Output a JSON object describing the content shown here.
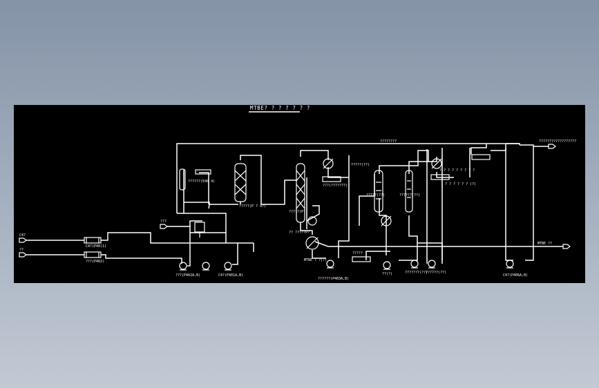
{
  "drawing": {
    "title": "MTBE? ? ? ? ? ? ?",
    "background": "#000000",
    "line_color": "#ffffff"
  },
  "labels": {
    "feed_c4": "C4?",
    "feed_methanol": "??",
    "heater1": "C4?(P40)1)",
    "heater2": "???(P402)",
    "feed_pump_left": "???(P402A,B)",
    "feed_pump_c4": "C4?(P401A,B)",
    "small_feed": "???",
    "reactor_cond": "??????(E40 4)",
    "reactor1": "?????(P ? 0?)",
    "col1_cond": "???(???????)",
    "col1_reb": "?????(P?)",
    "col1_reb2": "?? ?????P?",
    "col1_bottom": "MTBE ? ?(?)",
    "col1_pump": "??????(P403A,B)",
    "top_line": "????????",
    "col2_label": "?????(??)",
    "col3_label": "??????(??)",
    "col3_cond": "? ? ? ? ? ? ? ? ?",
    "col3_cond2": "? ? ? ? ? ? (?)",
    "hx_bottom": "?????",
    "pump_a": "??(?)",
    "pump_b": "???????(??)",
    "pump_c": "??????(??)",
    "product_mtbe": "MTBE ??",
    "pump_c4": "C4?(P406A,B)",
    "gas_out": "??????????????????"
  }
}
